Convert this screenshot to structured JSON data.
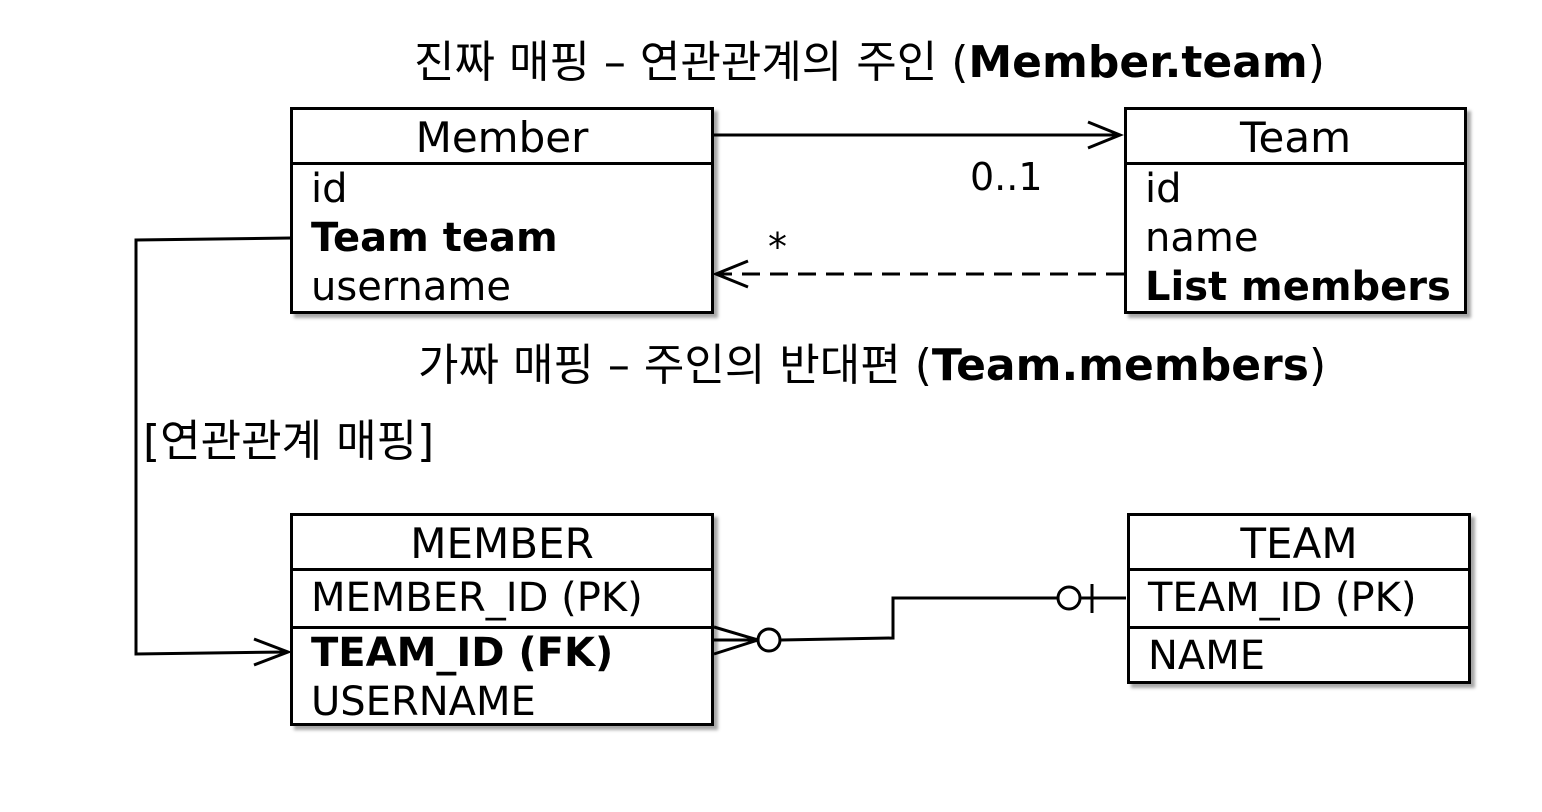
{
  "headings": {
    "real_mapping_prefix": "진짜 매핑 – 연관관계의 주인 (",
    "real_mapping_bold": "Member.team",
    "real_mapping_suffix": ")",
    "fake_mapping_prefix": "가짜 매핑 – 주인의 반대편 (",
    "fake_mapping_bold": "Team.members",
    "fake_mapping_suffix": ")",
    "relation_mapping": "[연관관계 매핑]"
  },
  "multiplicity": {
    "to_team": "0..1",
    "to_members": "*"
  },
  "classes": {
    "member": {
      "title": "Member",
      "fields": [
        "id",
        "Team team",
        "username"
      ]
    },
    "team": {
      "title": "Team",
      "fields": [
        "id",
        "name",
        "List members"
      ]
    }
  },
  "tables": {
    "member": {
      "title": "MEMBER",
      "pk": "MEMBER_ID (PK)",
      "fk": "TEAM_ID (FK)",
      "columns": [
        "USERNAME"
      ]
    },
    "team": {
      "title": "TEAM",
      "pk": "TEAM_ID (PK)",
      "columns": [
        "NAME"
      ]
    }
  },
  "colors": {
    "line": "#000000",
    "background": "#ffffff"
  }
}
